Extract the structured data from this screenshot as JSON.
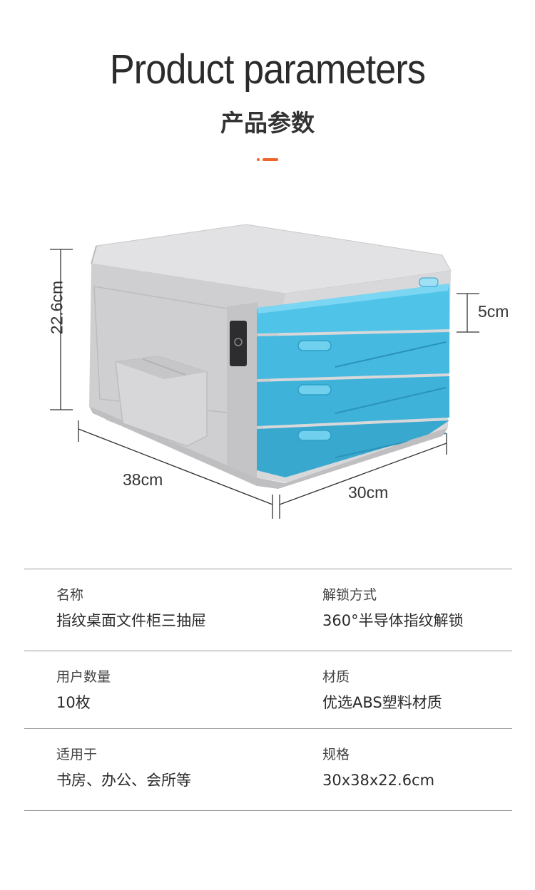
{
  "header": {
    "title": "Product parameters",
    "subtitle": "产品参数"
  },
  "colors": {
    "accent": "#f06428",
    "drawer_blue": "#4fc3e8",
    "body_gray": "#cfcfd1"
  },
  "dimensions": {
    "height": "22.6cm",
    "drawer": "5cm",
    "depth": "38cm",
    "width": "30cm"
  },
  "specs": [
    {
      "left": {
        "label": "名称",
        "value": "指纹桌面文件柜三抽屉"
      },
      "right": {
        "label": "解锁方式",
        "value": "360°半导体指纹解锁"
      }
    },
    {
      "left": {
        "label": "用户数量",
        "value": "10枚"
      },
      "right": {
        "label": "材质",
        "value": "优选ABS塑料材质"
      }
    },
    {
      "left": {
        "label": "适用于",
        "value": "书房、办公、会所等"
      },
      "right": {
        "label": "规格",
        "value": "30x38x22.6cm"
      }
    }
  ]
}
